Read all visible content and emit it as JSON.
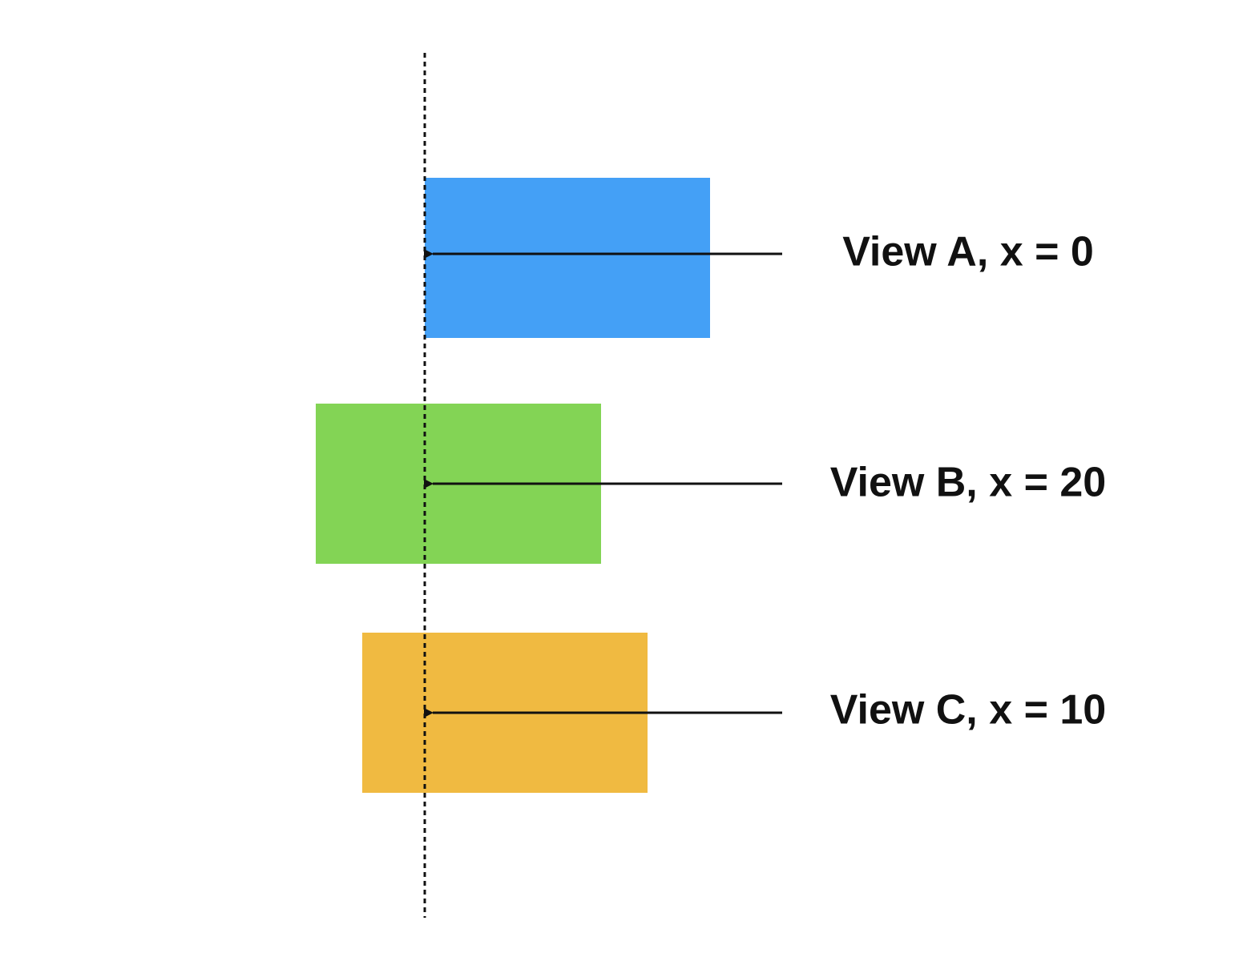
{
  "colors": {
    "background": "#ffffff",
    "view_a": "#44A0F6",
    "view_b": "#83D455",
    "view_c": "#F0BA41",
    "line": "#111111"
  },
  "views": [
    {
      "label": "View A, x = 0",
      "color": "#44A0F6"
    },
    {
      "label": "View B, x = 20",
      "color": "#83D455"
    },
    {
      "label": "View C, x = 10",
      "color": "#F0BA41"
    }
  ]
}
